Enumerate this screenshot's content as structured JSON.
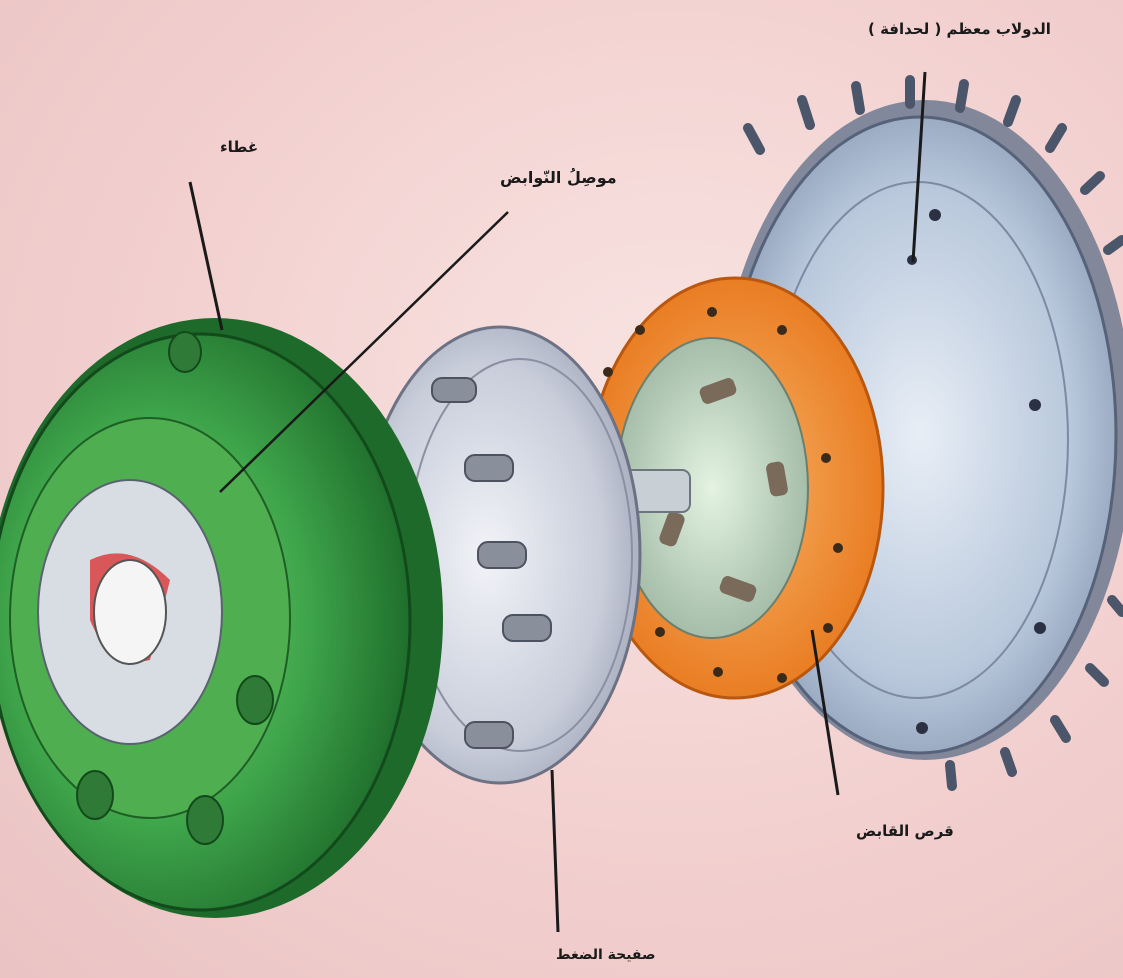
{
  "labels": {
    "flywheel": "الدولاب معظم ( لحدافة )",
    "cover": "غطاء",
    "springs": "موصِلُ النّوابض",
    "disc": "قرص القابض",
    "pressure_plate": "صفيحة الضغط"
  },
  "colors": {
    "background": "#f2d0cf",
    "cover": "#2f9a3e",
    "pressure_plate": "#d6dbe6",
    "clutch_disc": "#f08a2a",
    "flywheel": "#c9d6e6",
    "leader": "#1a1a1a"
  }
}
